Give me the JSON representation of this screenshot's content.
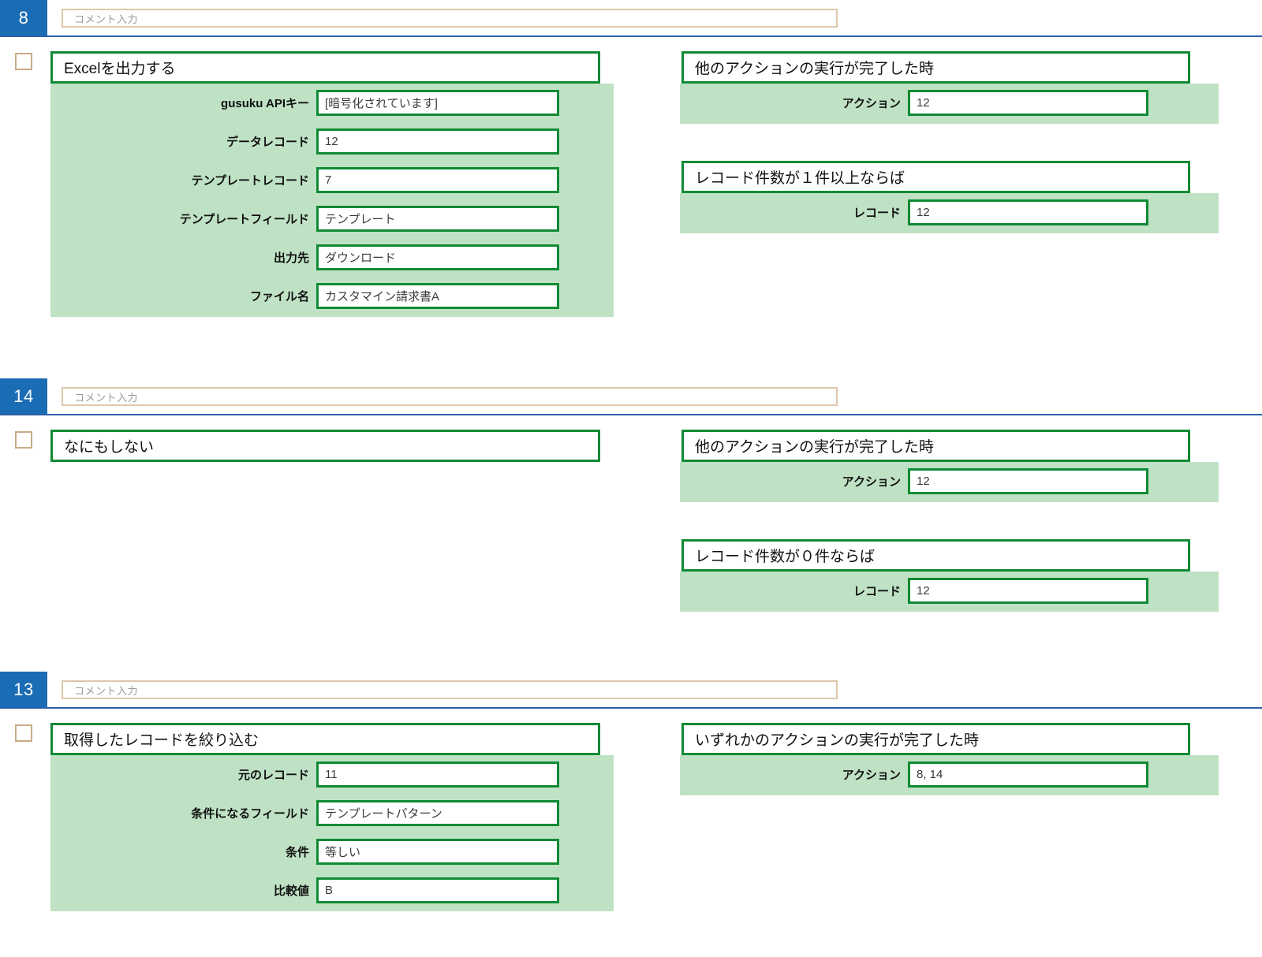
{
  "meta": {
    "accent_blue": "#1a6cb5",
    "rule_blue": "#2a5fa8",
    "card_green_border": "#0f8a34",
    "card_green_fill": "#bfe2c5",
    "checkbox_border": "#c9ab87",
    "comment_border": "#ddc7ab"
  },
  "comment_placeholder": "コメント入力",
  "sections": [
    {
      "index": "8",
      "action": {
        "title": "Excelを出力する",
        "fields": [
          {
            "label": "gusuku APIキー",
            "value": "[暗号化されています]"
          },
          {
            "label": "データレコード",
            "value": "12"
          },
          {
            "label": "テンプレートレコード",
            "value": "7"
          },
          {
            "label": "テンプレートフィールド",
            "value": "テンプレート"
          },
          {
            "label": "出力先",
            "value": "ダウンロード"
          },
          {
            "label": "ファイル名",
            "value": "カスタマイン請求書A"
          }
        ]
      },
      "triggers": [
        {
          "title": "他のアクションの実行が完了した時",
          "fields": [
            {
              "label": "アクション",
              "value": "12"
            }
          ]
        },
        {
          "title": "レコード件数が１件以上ならば",
          "fields": [
            {
              "label": "レコード",
              "value": "12"
            }
          ]
        }
      ]
    },
    {
      "index": "14",
      "action": {
        "title": "なにもしない",
        "fields": []
      },
      "triggers": [
        {
          "title": "他のアクションの実行が完了した時",
          "fields": [
            {
              "label": "アクション",
              "value": "12"
            }
          ]
        },
        {
          "title": "レコード件数が０件ならば",
          "fields": [
            {
              "label": "レコード",
              "value": "12"
            }
          ]
        }
      ]
    },
    {
      "index": "13",
      "action": {
        "title": "取得したレコードを絞り込む",
        "fields": [
          {
            "label": "元のレコード",
            "value": "11"
          },
          {
            "label": "条件になるフィールド",
            "value": "テンプレートパターン"
          },
          {
            "label": "条件",
            "value": "等しい"
          },
          {
            "label": "比較値",
            "value": "B"
          }
        ]
      },
      "triggers": [
        {
          "title": "いずれかのアクションの実行が完了した時",
          "fields": [
            {
              "label": "アクション",
              "value": "8, 14"
            }
          ]
        }
      ]
    }
  ]
}
